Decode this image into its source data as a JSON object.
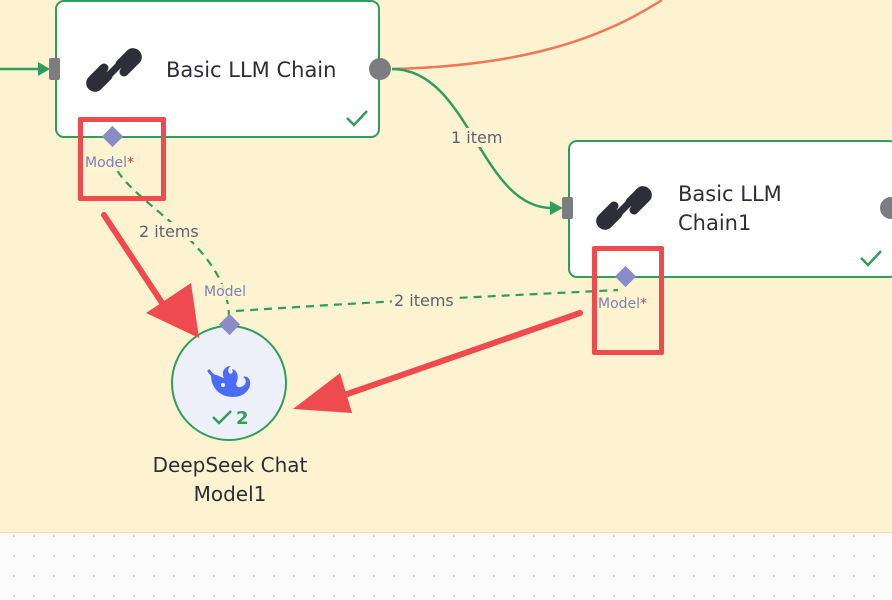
{
  "canvas": {
    "nodes": [
      {
        "id": "basic-llm-chain",
        "label_lines": [
          "Basic LLM Chain"
        ],
        "status": "success",
        "input_port": {
          "label": "Model",
          "required_mark": "*"
        }
      },
      {
        "id": "basic-llm-chain1",
        "label_lines": [
          "Basic LLM",
          "Chain1"
        ],
        "status": "success",
        "input_port": {
          "label": "Model",
          "required_mark": "*"
        }
      }
    ],
    "model_node": {
      "title_lines": [
        "DeepSeek Chat",
        "Model1"
      ],
      "port_label": "Model",
      "run_count": "2",
      "icon": "deepseek-whale-icon"
    },
    "edges": [
      {
        "label": "1 item"
      },
      {
        "label": "2 items"
      },
      {
        "label": "2 items"
      }
    ]
  },
  "colors": {
    "success_green": "#2f9e5c",
    "port_diamond": "#8a8cc7",
    "handle_gray": "#7c7c82",
    "required_red": "#e0344d",
    "annotation_red": "#ef4a4f",
    "sticky_note": "#fdf3d0",
    "orange_edge": "#f0785a",
    "deepseek_blue": "#4a6cf7"
  }
}
